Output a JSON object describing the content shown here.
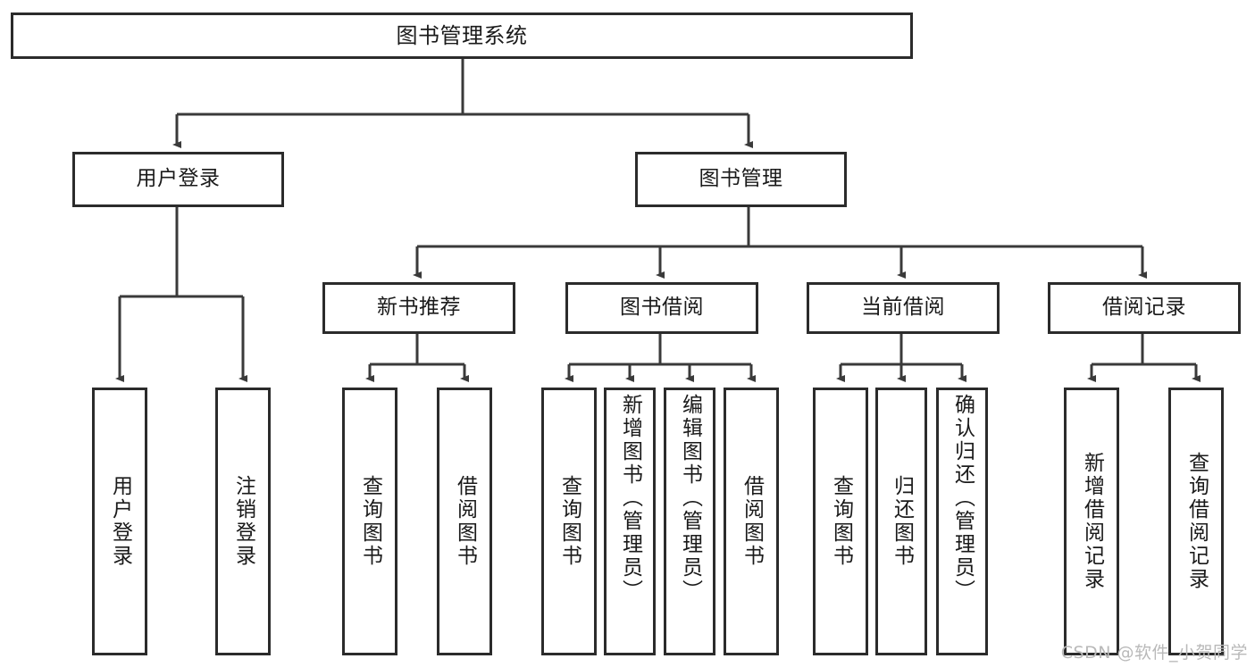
{
  "diagram": {
    "title": "图书管理系统",
    "type": "tree-hierarchy",
    "root": {
      "label": "图书管理系统"
    },
    "level2": [
      {
        "label": "用户登录"
      },
      {
        "label": "图书管理"
      }
    ],
    "level3": [
      {
        "label": "新书推荐"
      },
      {
        "label": "图书借阅"
      },
      {
        "label": "当前借阅"
      },
      {
        "label": "借阅记录"
      }
    ],
    "leaves": {
      "user_login": [
        {
          "label": "用户登录"
        },
        {
          "label": "注销登录"
        }
      ],
      "new_book_recommend": [
        {
          "label": "查询图书"
        },
        {
          "label": "借阅图书"
        }
      ],
      "book_borrow": [
        {
          "label": "查询图书"
        },
        {
          "label": "新增图书（管理员）"
        },
        {
          "label": "编辑图书（管理员）"
        },
        {
          "label": "借阅图书"
        }
      ],
      "current_borrow": [
        {
          "label": "查询图书"
        },
        {
          "label": "归还图书"
        },
        {
          "label": "确认归还（管理员）"
        }
      ],
      "borrow_record": [
        {
          "label": "新增借阅记录"
        },
        {
          "label": "查询借阅记录"
        }
      ]
    }
  },
  "watermark": {
    "text": "CSDN @软件_小贺同学"
  },
  "colors": {
    "background": "#ffffff",
    "box_border": "#2b2b2b",
    "connector": "#3a3a3a",
    "text": "#1a1a1a",
    "watermark": "#b9b9b9"
  }
}
